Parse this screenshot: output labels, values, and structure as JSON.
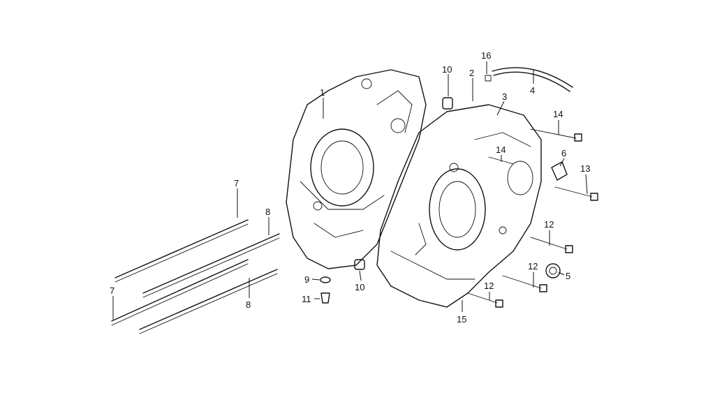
{
  "callouts": [
    "1",
    "2",
    "3",
    "4",
    "5",
    "6",
    "7",
    "7",
    "8",
    "8",
    "9",
    "10",
    "10",
    "11",
    "12",
    "12",
    "12",
    "13",
    "14",
    "14",
    "15",
    "16"
  ],
  "parts": {
    "crankcase_left": "crankcase-left-half",
    "crankcase_right": "crankcase-right-half"
  }
}
